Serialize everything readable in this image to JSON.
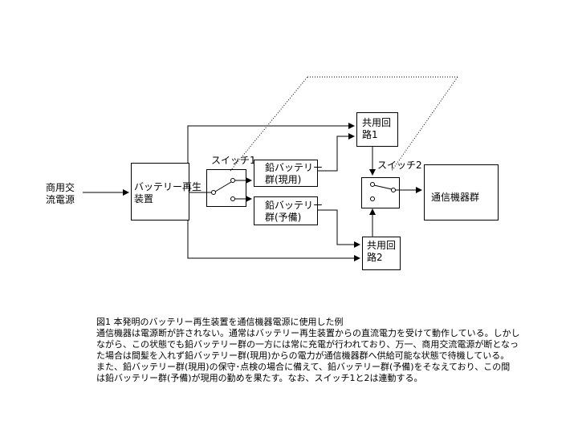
{
  "diagram": {
    "nodes": {
      "ac_power": "商用交\n流電源",
      "regenerator": "バッテリー再生\n装置",
      "switch1": "スイッチ1",
      "battery_active": "鉛バッテリー\n群(現用)",
      "battery_spare": "鉛バッテリー\n群(予備)",
      "shared_circuit_1": "共用回\n路1",
      "shared_circuit_2": "共用回\n路2",
      "switch2": "スイッチ2",
      "comm_equipment": "通信機器群"
    }
  },
  "caption": {
    "lines": [
      "図1  本発明のバッテリー再生装置を通信機器電源に使用した例",
      "通信機器は電源断が許されない。通常はバッテリー再生装置からの直流電力を受けて動作している。しかし",
      "ながら、この状態でも鉛バッテリー群の一方には常に充電が行われており、万一、商用交流電源が断となっ",
      "た場合は間髪を入れず鉛バッテリー群(現用)からの電力が通信機器群へ供給可能な状態で待機している。",
      "また、鉛バッテリー群(現用)の保守･点検の場合に備えて、鉛バッテリー群(予備)をそなえており、この間",
      "は鉛バッテリー群(予備)が現用の勤めを果たす。なお、スイッチ1と2は連動する。"
    ]
  }
}
